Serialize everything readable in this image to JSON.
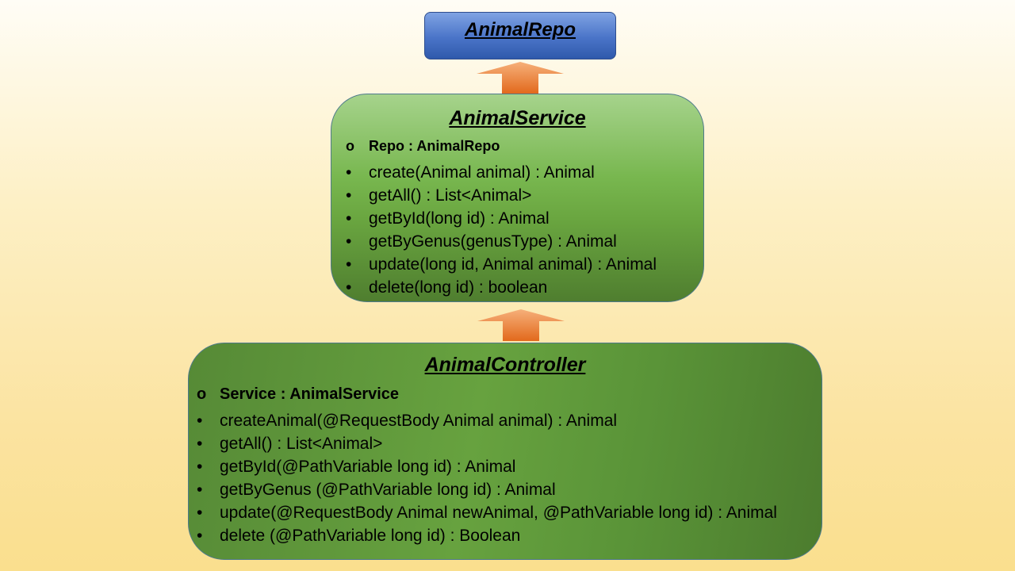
{
  "repo": {
    "title": "AnimalRepo"
  },
  "service": {
    "title": "AnimalService",
    "field": "Repo : AnimalRepo",
    "methods": [
      "create(Animal animal) : Animal",
      "getAll() : List<Animal>",
      "getById(long id) : Animal",
      "getByGenus(genusType) : Animal",
      "update(long id, Animal animal) : Animal",
      "delete(long id) : boolean"
    ]
  },
  "controller": {
    "title": "AnimalController",
    "field": "Service : AnimalService",
    "methods": [
      "createAnimal(@RequestBody Animal animal) : Animal",
      "getAll() : List<Animal>",
      "getById(@PathVariable long id) : Animal",
      "getByGenus (@PathVariable long id) : Animal",
      "update(@RequestBody Animal newAnimal, @PathVariable long id) : Animal",
      "delete (@PathVariable long id) : Boolean"
    ]
  },
  "markers": {
    "field": "o",
    "method": "•"
  },
  "colors": {
    "arrow": "#f07a2a",
    "repo_box": "#4a74c8",
    "service_box": "#78b74f",
    "controller_box": "#5e9a3a"
  }
}
